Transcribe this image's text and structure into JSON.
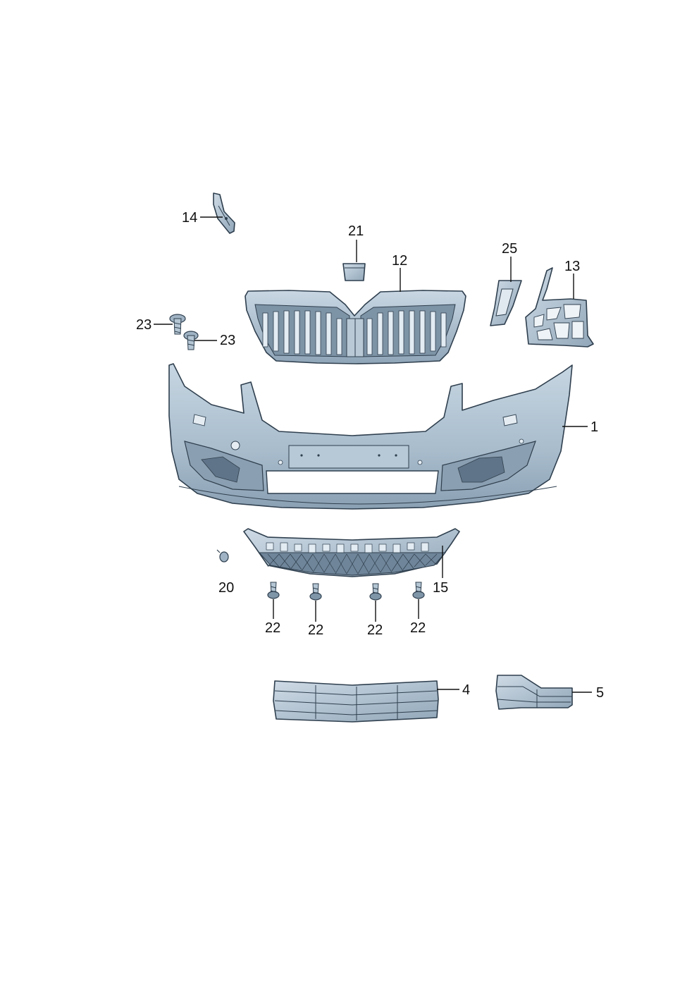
{
  "labels": {
    "p1": "1",
    "p4": "4",
    "p5": "5",
    "p12": "12",
    "p13": "13",
    "p14": "14",
    "p15": "15",
    "p20": "20",
    "p21": "21",
    "p22a": "22",
    "p22b": "22",
    "p22c": "22",
    "p22d": "22",
    "p23a": "23",
    "p23b": "23",
    "p25": "25"
  },
  "colors": {
    "part_fill": "#a9bccc",
    "part_light": "#d3dfe8",
    "part_dark": "#7f95a8",
    "outline": "#2f3f4e",
    "background": "#ffffff"
  }
}
